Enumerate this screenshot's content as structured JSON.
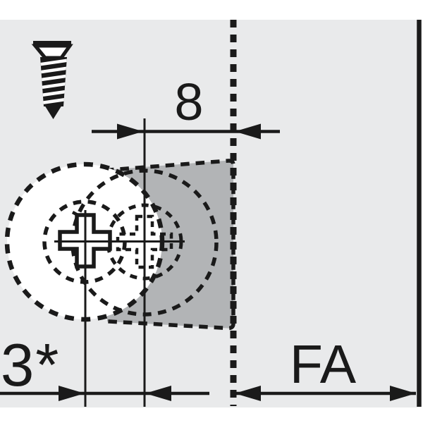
{
  "diagram": {
    "type": "technical-drawing",
    "labels": {
      "top_dimension": "8",
      "bottom_left_dimension": "3*",
      "bottom_right_dimension": "FA"
    },
    "icons": {
      "screw": "screw-icon",
      "mounted_position": "phillips-screw-head-icon",
      "alternative_position": "phillips-screw-head-dashed-icon",
      "cam": "cam-housing-shape"
    },
    "colors": {
      "background": "#ffffff",
      "panel": "#e9eaeb",
      "cam_fill": "#b2b4b6",
      "ink": "#1a1a1a"
    }
  }
}
